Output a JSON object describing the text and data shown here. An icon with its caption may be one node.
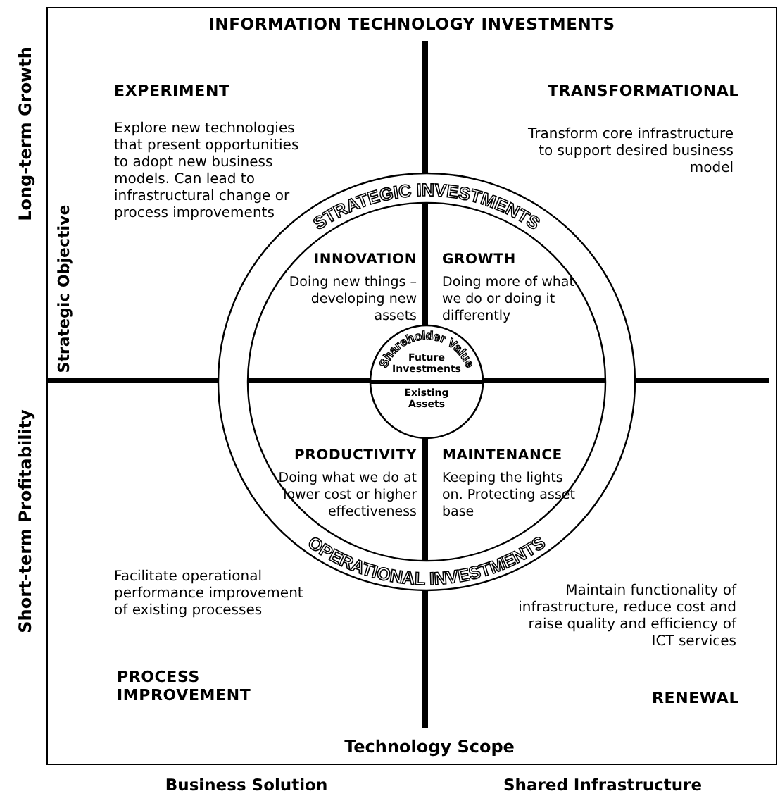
{
  "diagram": {
    "title": "INFORMATION TECHNOLOGY INVESTMENTS",
    "nodes": [
      {
        "text": [],
        "shape": "box"
      },
      {
        "text": [
          "EXPERIMENT",
          "Explore new technologies that present opportunities to adopt new business models. Can lead to infrastructural change or process improvements"
        ],
        "in": 0
      },
      {
        "text": [
          "TRANSFORMATIONAL",
          "Transform core infrastructure to support desired business model"
        ],
        "in": 0
      },
      {
        "text": [
          "Facilitate operational performance improvement of existing processes",
          "PROCESS IMPROVEMENT"
        ],
        "in": 0
      },
      {
        "text": [
          "Maintain functionality of infrastructure, reduce cost and raise quality and efficiency of ICT services",
          "RENEWAL"
        ],
        "in": 0
      },
      {
        "text": [
          "STRATEGIC INVESTMENTS",
          "OPERATIONAL INVESTMENTS"
        ],
        "in": 0
      },
      {
        "text": [
          "INNOVATION",
          "Doing new things – developing new assets"
        ],
        "in": 5
      },
      {
        "text": [
          "GROWTH",
          "Doing more of what we do or doing it differently"
        ],
        "in": 5
      },
      {
        "text": [
          "PRODUCTIVITY",
          "Doing what we do at lower cost or higher effectiveness"
        ],
        "in": 5
      },
      {
        "text": [
          "MAINTENANCE",
          "Keeping the lights on. Protecting asset base"
        ],
        "in": 5
      },
      {
        "text": [
          "Shareholder Value",
          "Future Investments",
          "Existing Assets"
        ],
        "in": 5
      }
    ],
    "labels": [
      "Long-term Growth",
      "Strategic Objective",
      "Short-term Profitability",
      "Technology Scope",
      "Business Solution",
      "Shared Infrastructure"
    ]
  }
}
